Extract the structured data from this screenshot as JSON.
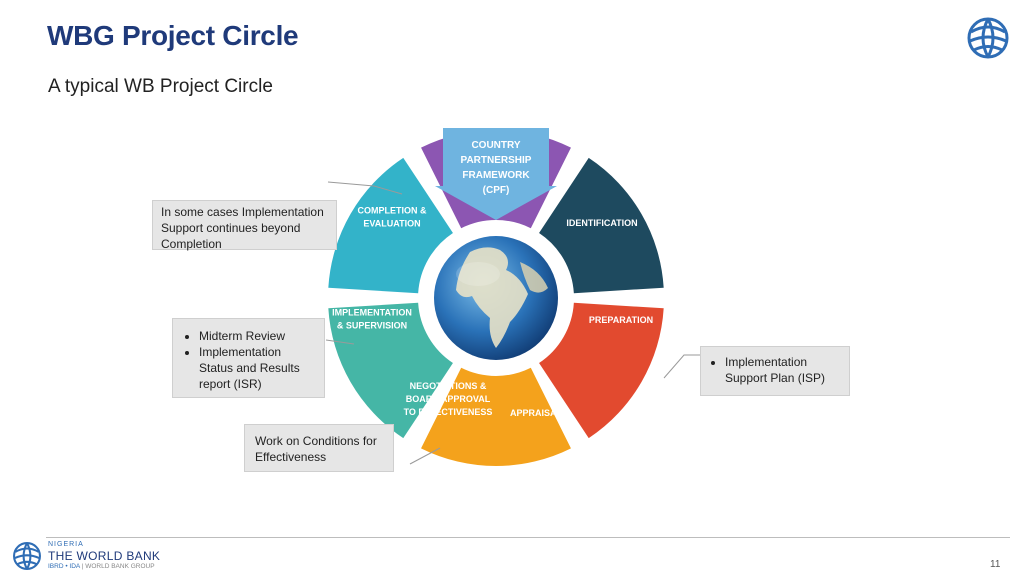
{
  "header": {
    "title": "WBG Project Circle",
    "subtitle": "A typical WB Project Circle"
  },
  "diagram": {
    "top_arrow": [
      "COUNTRY",
      "PARTNERSHIP",
      "FRAMEWORK",
      "(CPF)"
    ],
    "segments": [
      {
        "id": "identification",
        "lines": [
          "IDENTIFICATION"
        ],
        "color": "#1e4a5f"
      },
      {
        "id": "preparation",
        "lines": [
          "PREPARATION"
        ],
        "color": "#e24a2f"
      },
      {
        "id": "appraisal",
        "lines": [
          "APPRAISAL"
        ],
        "color": "#f4a21c"
      },
      {
        "id": "negotiations",
        "lines": [
          "NEGOTIATIONS &",
          "BOARD APPROVAL",
          "TO EFFECTIVENESS"
        ],
        "color": "#45b6a6"
      },
      {
        "id": "implementation",
        "lines": [
          "IMPLEMENTATION",
          "& SUPERVISION"
        ],
        "color": "#33b3c9"
      },
      {
        "id": "completion",
        "lines": [
          "COMPLETION &",
          "EVALUATION"
        ],
        "color": "#8c56b2"
      }
    ],
    "arrow_color": "#6fb4e0",
    "callouts": {
      "completion_note": "In some cases Implementation Support continues beyond Completion",
      "implementation_bullets": [
        "Midterm Review",
        "Implementation Status and Results report (ISR)"
      ],
      "negotiations_note": "Work on Conditions for Effectiveness",
      "preparation_bullets": [
        "Implementation Support Plan (ISP)"
      ]
    }
  },
  "footer": {
    "country": "NIGERIA",
    "bank": "THE WORLD BANK",
    "ibrd": "IBRD • IDA",
    "group": "WORLD BANK GROUP",
    "page_number": "11"
  },
  "colors": {
    "title": "#1f3a7a",
    "logo": "#2f6db5"
  }
}
